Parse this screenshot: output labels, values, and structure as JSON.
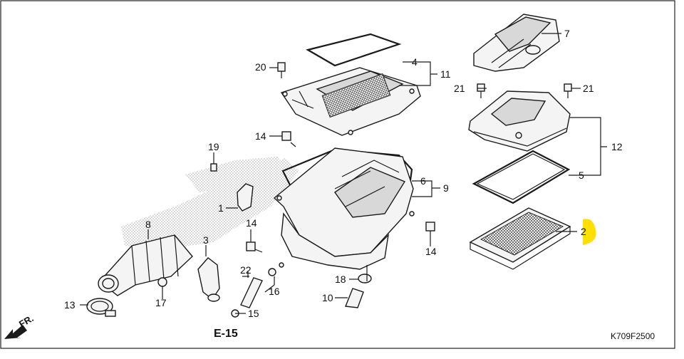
{
  "labels": {
    "p1": "1",
    "p2": "2",
    "p3": "3",
    "p4": "4",
    "p5": "5",
    "p6": "6",
    "p7": "7",
    "p8": "8",
    "p9": "9",
    "p10": "10",
    "p11": "11",
    "p12": "12",
    "p13": "13",
    "p14a": "14",
    "p14b": "14",
    "p14c": "14",
    "p15": "15",
    "p16": "16",
    "p17": "17",
    "p18": "18",
    "p19": "19",
    "p20": "20",
    "p21a": "21",
    "p21b": "21",
    "p22": "22"
  },
  "ref": "E-15",
  "direction": "FR.",
  "diagram_code": "K709F2500",
  "colors": {
    "highlight": "#ffe000",
    "ink": "#1a1a1a"
  }
}
